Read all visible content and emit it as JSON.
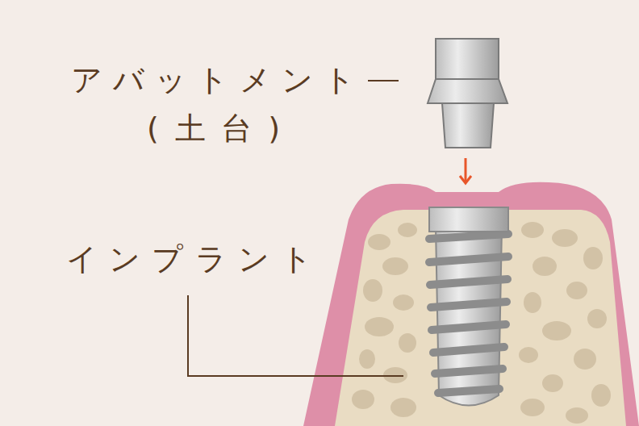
{
  "diagram": {
    "labels": [
      "アバットメント",
      "(土台)",
      "インプラント"
    ]
  }
}
